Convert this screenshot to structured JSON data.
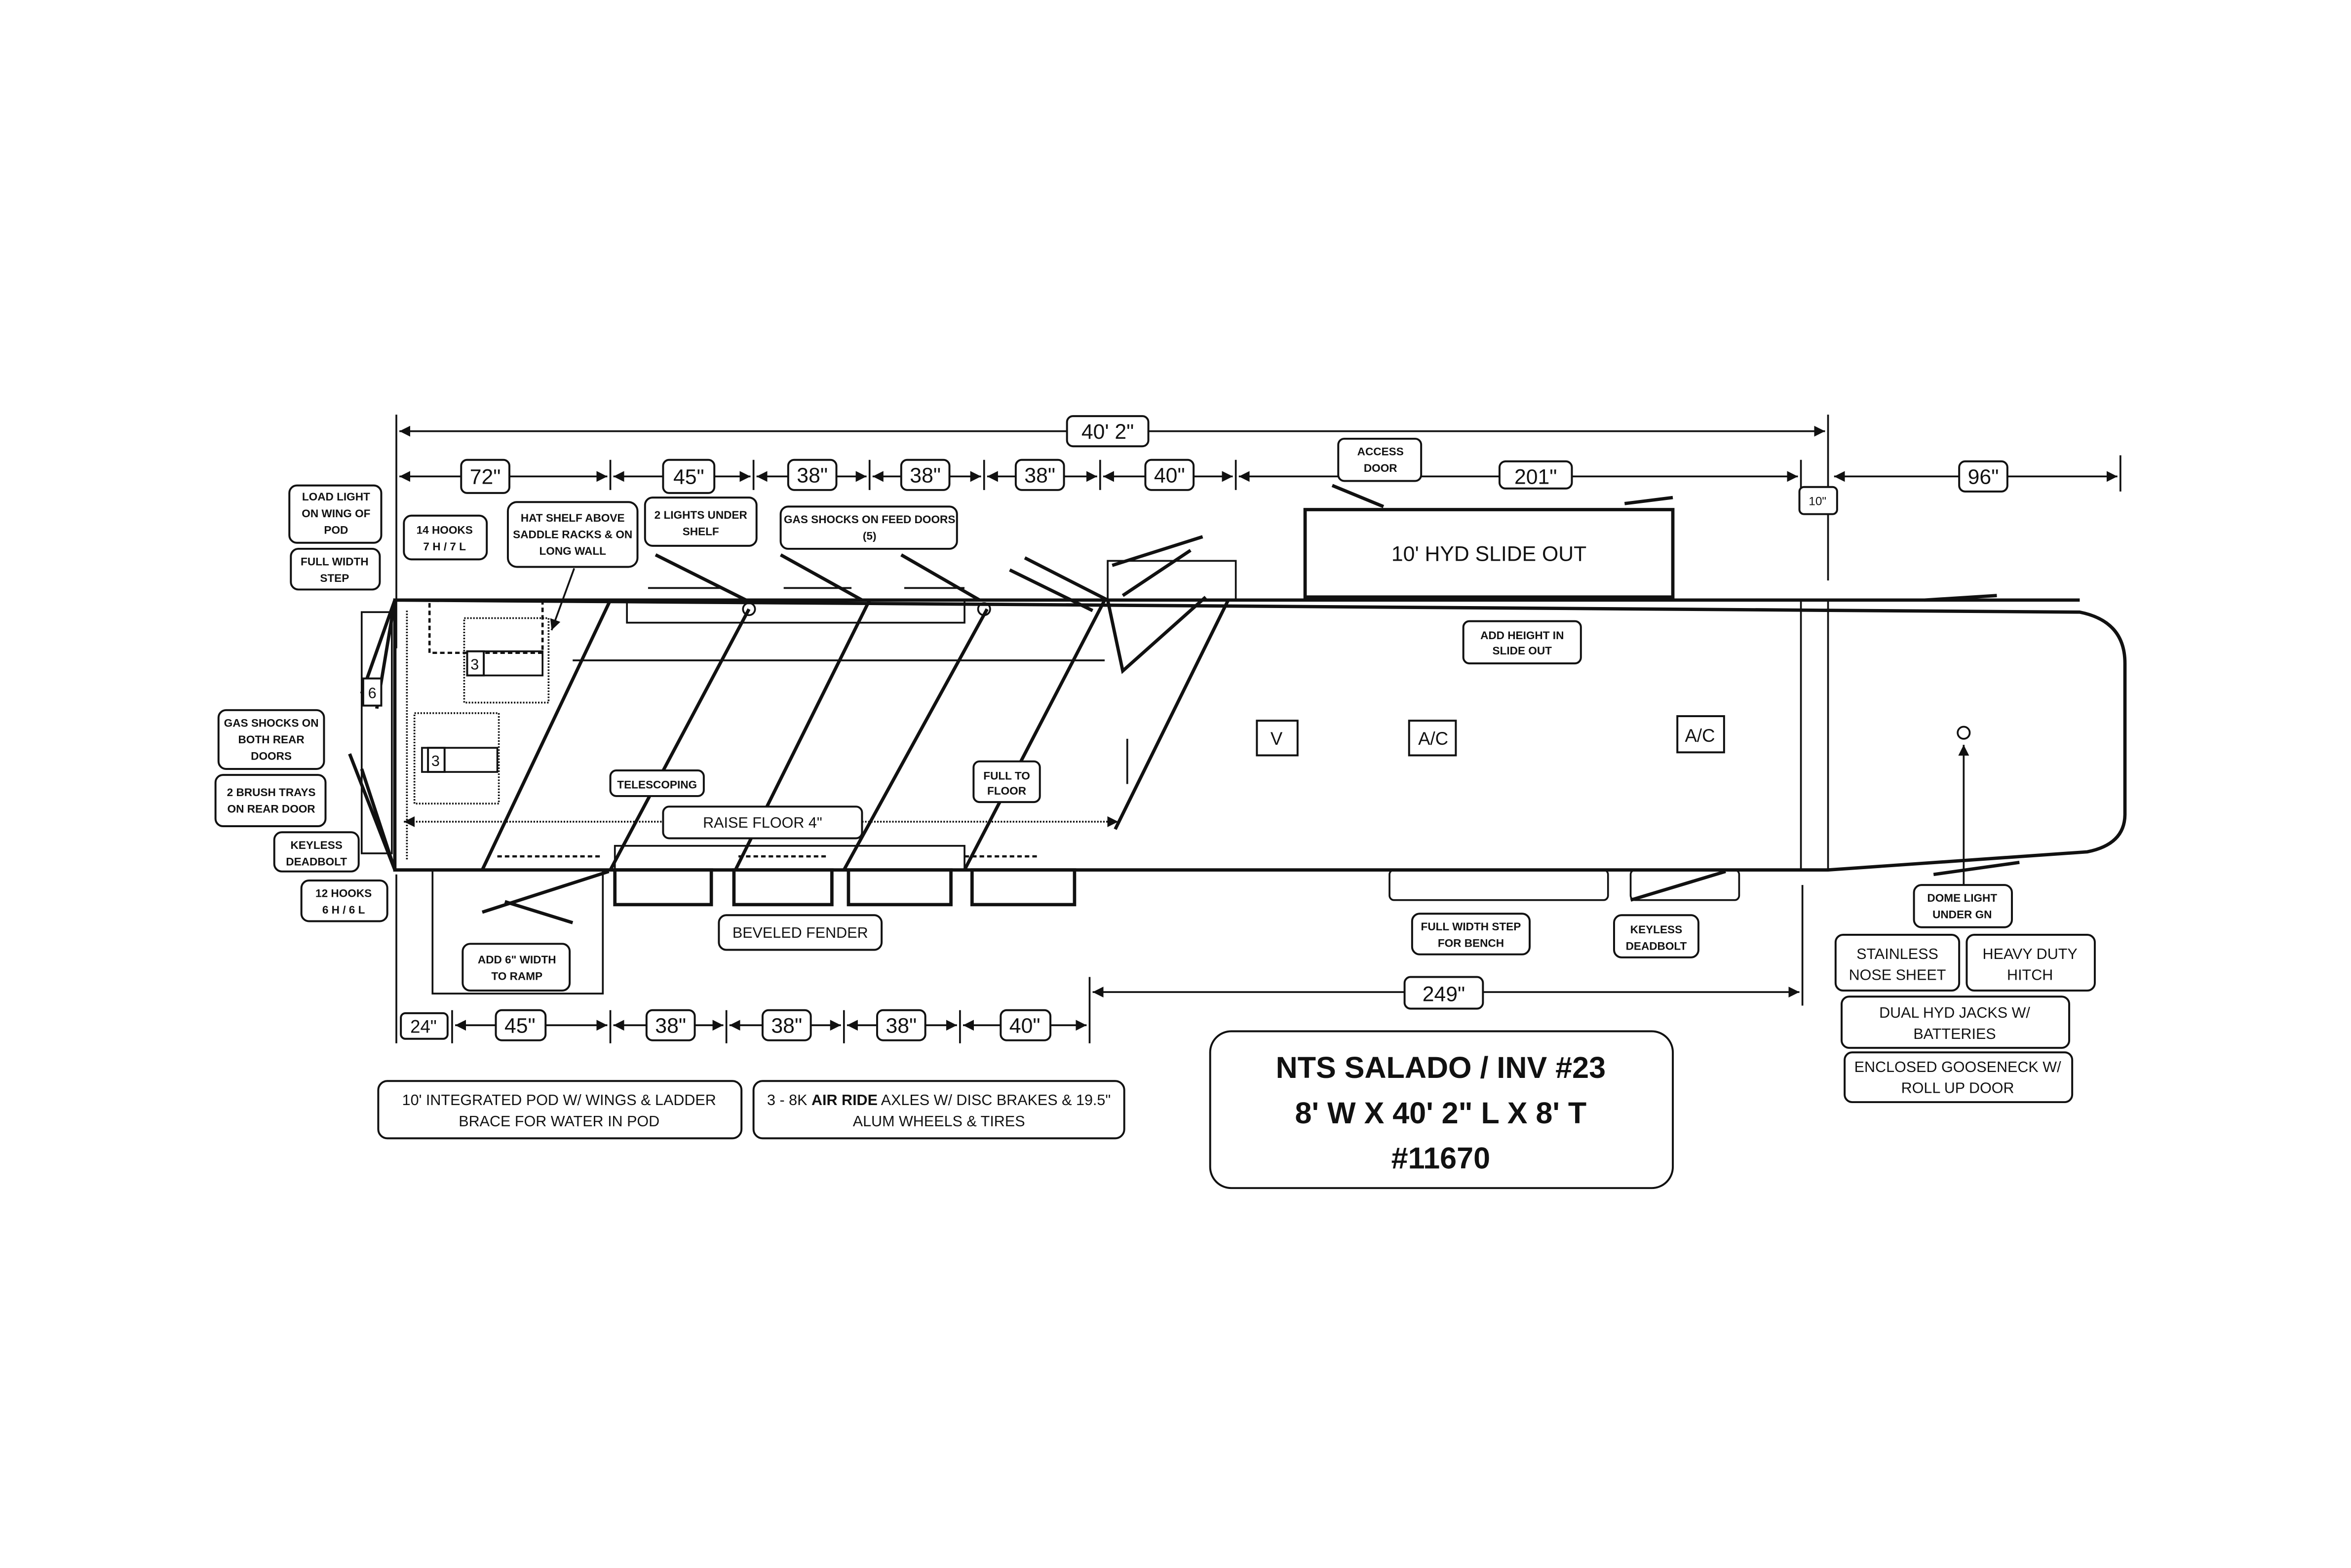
{
  "dimensions": {
    "overall_length": "40' 2\"",
    "top": [
      "72\"",
      "45\"",
      "38\"",
      "38\"",
      "38\"",
      "40\"",
      "201\"",
      "96\""
    ],
    "gap": "10\"",
    "bottom": [
      "24\"",
      "45\"",
      "38\"",
      "38\"",
      "38\"",
      "40\""
    ],
    "living_quarters": "249\""
  },
  "labels": {
    "access_door": [
      "ACCESS",
      "DOOR"
    ],
    "load_light": [
      "LOAD LIGHT",
      "ON WING OF",
      "POD"
    ],
    "full_width_step": [
      "FULL WIDTH",
      "STEP"
    ],
    "hooks_14": [
      "14 HOOKS",
      "7 H / 7 L"
    ],
    "hat_shelf": [
      "HAT SHELF ABOVE",
      "SADDLE RACKS & ON",
      "LONG WALL"
    ],
    "lights_under_shelf": [
      "2 LIGHTS UNDER",
      "SHELF"
    ],
    "gas_shocks_feed": [
      "GAS SHOCKS ON FEED DOORS",
      "(5)"
    ],
    "slide_out": "10' HYD SLIDE OUT",
    "add_height": [
      "ADD HEIGHT IN",
      "SLIDE OUT"
    ],
    "gas_shocks_rear": [
      "GAS SHOCKS ON",
      "BOTH REAR",
      "DOORS"
    ],
    "brush_trays": [
      "2 BRUSH TRAYS",
      "ON REAR DOOR"
    ],
    "keyless_rear": [
      "KEYLESS",
      "DEADBOLT"
    ],
    "hooks_12": [
      "12 HOOKS",
      "6 H / 6 L"
    ],
    "telescoping": "TELESCOPING",
    "raise_floor": "RAISE FLOOR 4\"",
    "full_to_floor": [
      "FULL TO",
      "FLOOR"
    ],
    "add_ramp_width": [
      "ADD 6\" WIDTH",
      "TO RAMP"
    ],
    "beveled_fender": "BEVELED FENDER",
    "vent": "V",
    "ac_1": "A/C",
    "ac_2": "A/C",
    "saddle_rack_1": "3",
    "saddle_rack_2": "3",
    "door_rack": "6",
    "full_width_step_bench": [
      "FULL WIDTH STEP",
      "FOR BENCH"
    ],
    "keyless_lq": [
      "KEYLESS",
      "DEADBOLT"
    ],
    "dome_light": [
      "DOME LIGHT",
      "UNDER GN"
    ],
    "stainless_nose": [
      "STAINLESS",
      "NOSE SHEET"
    ],
    "heavy_duty_hitch": [
      "HEAVY DUTY",
      "HITCH"
    ],
    "dual_hyd_jacks": [
      "DUAL HYD JACKS W/",
      "BATTERIES"
    ],
    "enclosed_gooseneck": [
      "ENCLOSED GOOSENECK W/",
      "ROLL UP DOOR"
    ],
    "pod_note": [
      "10' INTEGRATED POD W/ WINGS & LADDER",
      "BRACE FOR WATER IN POD"
    ],
    "axle_note": [
      "3 - 8K ",
      "AIR RIDE",
      " AXLES W/ DISC BRAKES & 19.5\"",
      "ALUM WHEELS & TIRES"
    ]
  },
  "title_block": {
    "line1": "NTS SALADO / INV #23",
    "line2": "8' W X 40' 2\" L X 8' T",
    "line3": "#11670"
  }
}
